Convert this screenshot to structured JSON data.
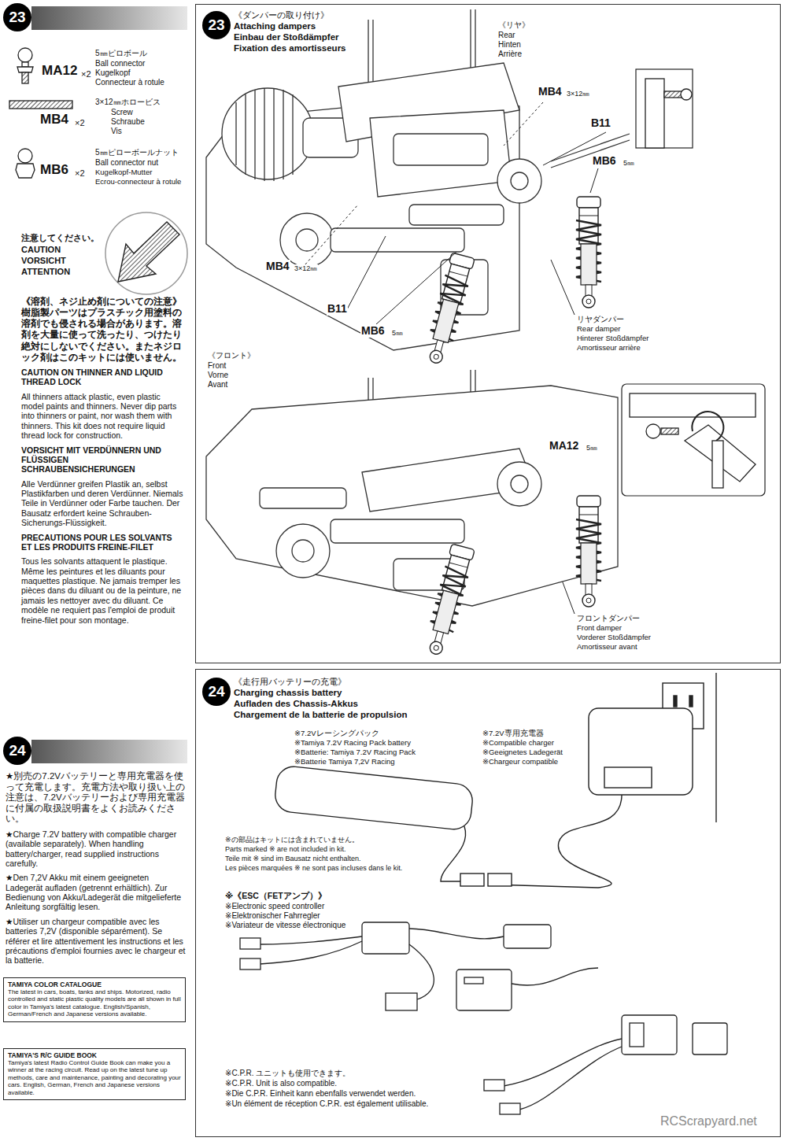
{
  "diagram": {
    "nodes": [
      {
        "text": [
          "23"
        ]
      },
      {
        "text": [
          "《ダンパーの取り付け》",
          "Attaching dampers",
          "Einbau der Stoßdämpfer",
          "Fixation des amortisseurs"
        ]
      },
      {
        "text": [
          "23"
        ],
        "in": 1
      },
      {
        "text": [
          "《走行用バッテリーの充電》",
          "Charging chassis battery",
          "Aufladen des Chassis-Akkus",
          "Chargement de la batterie de propulsion"
        ]
      },
      {
        "text": [
          "24"
        ],
        "in": 3
      },
      {
        "text": [
          "24"
        ]
      },
      {
        "text": [
          "TAMIYA COLOR CATALOGUE",
          "The latest in cars, boats, tanks and ships. Motorized, radio controlled and static plastic quality models are all shown in full color in Tamiya's latest catalogue. English/Spanish, German/French and Japanese versions available."
        ]
      },
      {
        "text": [
          "TAMIYA'S R/C GUIDE BOOK",
          "Tamiya's latest Radio Control Guide Book can make you a winner at the racing circuit. Read up on the latest tune up methods, care and maintenance, painting and decorating your cars. English, German, French and Japanese versions available."
        ]
      }
    ],
    "labels": [
      "5㎜ピロボール",
      "Ball connector",
      "Kugelkopf",
      "Connecteur à rotule",
      "MA12",
      "×2",
      "3×12㎜ホロービス",
      "Screw",
      "Schraube",
      "Vis",
      "MB4",
      "×2",
      "5㎜ピローボールナット",
      "Ball connector nut",
      "Kugelkopf-Mutter",
      "Ecrou-connecteur à rotule",
      "MB6",
      "×2",
      "注意してください。",
      "CAUTION",
      "VORSICHT",
      "ATTENTION",
      "《溶剤、ネジ止め剤についての注意》樹脂製パーツはプラスチック用塗料の溶剤でも侵される場合があります。溶剤を大量に使って洗ったり、つけたり絶対にしないでください。またネジロック剤はこのキットには使いません。",
      "CAUTION ON THINNER AND LIQUID THREAD LOCK",
      "All thinners attack plastic, even plastic model paints and thinners. Never dip parts into thinners or paint, nor wash them with thinners. This kit does not require liquid thread lock for construction.",
      "VORSICHT MIT VERDÜNNERN UND FLÜSSIGEN SCHRAUBENSICHERUNGEN",
      "Alle Verdünner greifen Plastik an, selbst Plastikfarben und deren Verdünner. Niemals Teile in Verdünner oder Farbe tauchen. Der Bausatz erfordert keine Schrauben-Sicherungs-Flüssigkeit.",
      "PRECAUTIONS POUR LES SOLVANTS ET LES PRODUITS FREINE-FILET",
      "Tous les solvants attaquent le plastique. Même les peintures et les diluants pour maquettes plastique. Ne jamais tremper les pièces dans du diluant ou de la peinture, ne jamais les nettoyer avec du diluant. Ce modèle ne requiert pas l'emploi de produit freine-filet pour son montage.",
      "★別売の7.2Vバッテリーと専用充電器を使って充電します。充電方法や取り扱い上の注意は、7.2Vバッテリーおよび専用充電器に付属の取扱説明書をよくお読みください。",
      "★Charge 7.2V battery with compatible charger (available separately). When handling battery/charger, read supplied instructions carefully.",
      "★Den 7,2V Akku mit einem geeigneten Ladegerät aufladen (getrennt erhältlich). Zur Bedienung von Akku/Ladegerät die mitgelieferte Anleitung sorgfältig lesen.",
      "★Utiliser un chargeur compatible avec les batteries 7,2V (disponible séparément). Se référer et lire attentivement les instructions et les précautions d'emploi fournies avec le chargeur et la batterie.",
      "《リヤ》",
      "Rear",
      "Hinten",
      "Arrière",
      "MB4",
      "3×12㎜",
      "B11",
      "MB6",
      "5㎜",
      "MB4",
      "3×12㎜",
      "B11",
      "MB6",
      "5㎜",
      "リヤダンパー",
      "Rear damper",
      "Hinterer Stoßdämpfer",
      "Amortisseur arrière",
      "《フロント》",
      "Front",
      "Vorne",
      "Avant",
      "MA12",
      "5㎜",
      "フロントダンパー",
      "Front damper",
      "Vorderer Stoßdämpfer",
      "Amortisseur avant",
      "※7.2Vレーシングパック",
      "※Tamiya 7.2V Racing Pack battery",
      "※Batterie: Tamiya 7.2V Racing Pack",
      "※Batterie Tamiya 7,2V Racing",
      "※7.2V専用充電器",
      "※Compatible charger",
      "※Geeignetes Ladegerät",
      "※Chargeur compatible",
      "※の部品はキットには含まれていません。",
      "Parts marked ※ are not included in kit.",
      "Teile mit ※ sind im Bausatz nicht enthalten.",
      "Les pièces marquées ※ ne sont pas incluses dans le kit.",
      "※《ESC（FETアンプ）》",
      "※Electronic speed controller",
      "※Elektronischer Fahrregler",
      "※Variateur de vitesse électronique",
      "※C.P.R. ユニットも使用できます。",
      "※C.P.R. Unit is also compatible.",
      "※Die C.P.R. Einheit kann ebenfalls verwendet werden.",
      "※Un élément de réception C.P.R. est également utilisable.",
      "RCScrapyard.net"
    ]
  }
}
